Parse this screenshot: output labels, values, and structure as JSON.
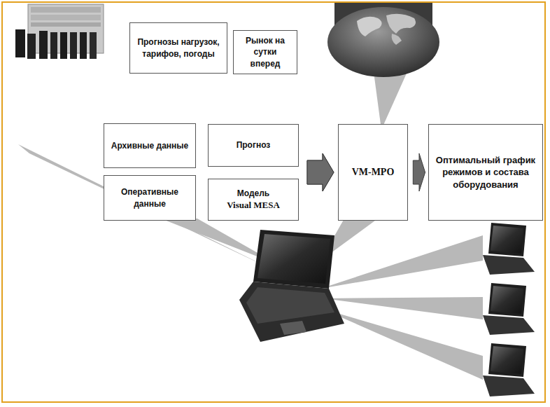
{
  "diagram": {
    "nodes": [
      {
        "text": [
          "Прогнозы нагрузок, тарифов, погоды"
        ]
      },
      {
        "text": [
          "Рынок на сутки вперед"
        ]
      },
      {
        "text": [
          "Архивные данные"
        ]
      },
      {
        "text": [
          "Прогноз"
        ]
      },
      {
        "text": [
          "Оперативные данные"
        ]
      },
      {
        "text": [
          "Модель",
          "Visual MESA"
        ]
      },
      {
        "text": [
          "VM-MPO"
        ]
      },
      {
        "text": [
          "Оптимальный график режимов и состава оборудования"
        ]
      }
    ],
    "edges": [
      {
        "from": 3,
        "to": 6,
        "arrow": "to"
      },
      {
        "from": 5,
        "to": 6,
        "arrow": "to"
      },
      {
        "from": 6,
        "to": 7,
        "arrow": "to"
      }
    ]
  }
}
